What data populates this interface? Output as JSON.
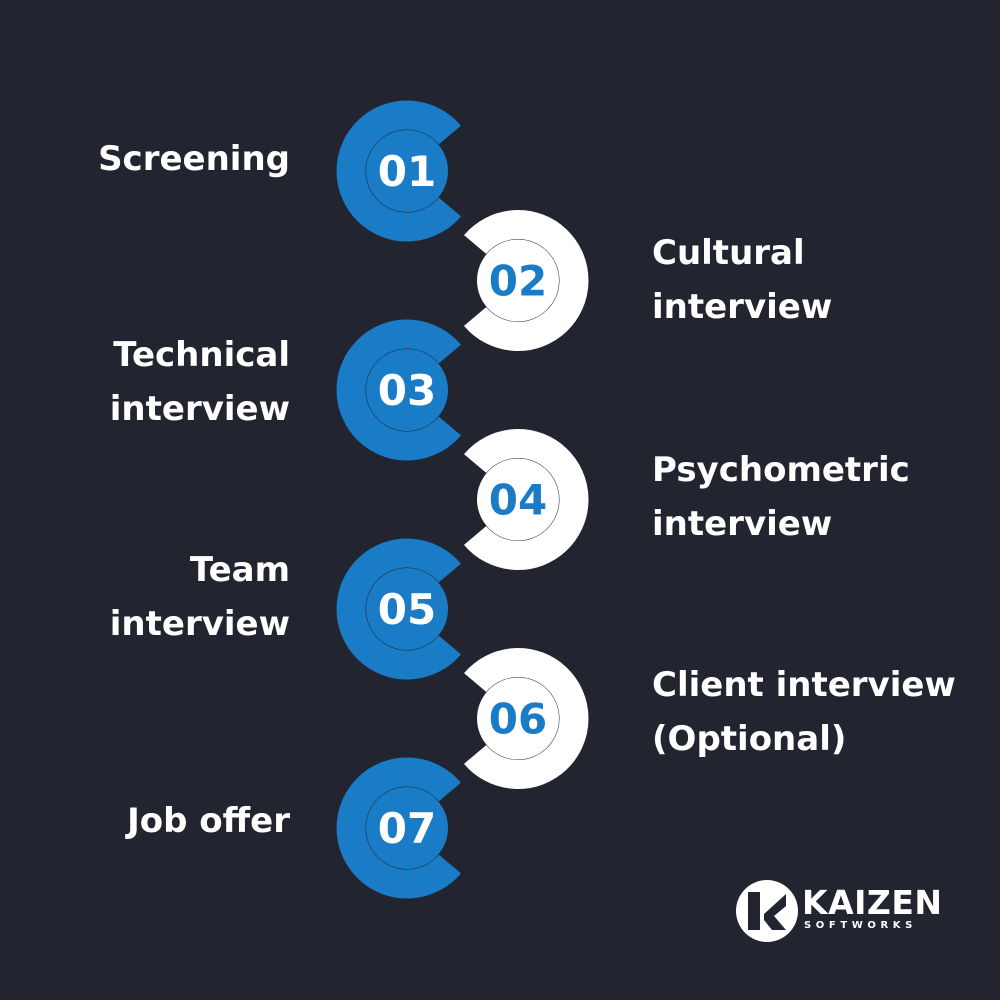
{
  "colors": {
    "background": "#22252f",
    "blue": "#1a7bc6",
    "white": "#ffffff"
  },
  "steps": [
    {
      "number": "01",
      "label": [
        "Screening"
      ],
      "ring": "blue"
    },
    {
      "number": "02",
      "label": [
        "Cultural",
        "interview"
      ],
      "ring": "white"
    },
    {
      "number": "03",
      "label": [
        "Technical",
        "interview"
      ],
      "ring": "blue"
    },
    {
      "number": "04",
      "label": [
        "Psychometric",
        "interview"
      ],
      "ring": "white"
    },
    {
      "number": "05",
      "label": [
        "Team",
        "interview"
      ],
      "ring": "blue"
    },
    {
      "number": "06",
      "label": [
        "Client interview",
        "(Optional)"
      ],
      "ring": "white"
    },
    {
      "number": "07",
      "label": [
        "Job offer"
      ],
      "ring": "blue"
    }
  ],
  "brand": {
    "name": "KAIZEN",
    "sub": "SOFTWORKS",
    "logo_icon": "kaizen-k-logo-icon"
  }
}
